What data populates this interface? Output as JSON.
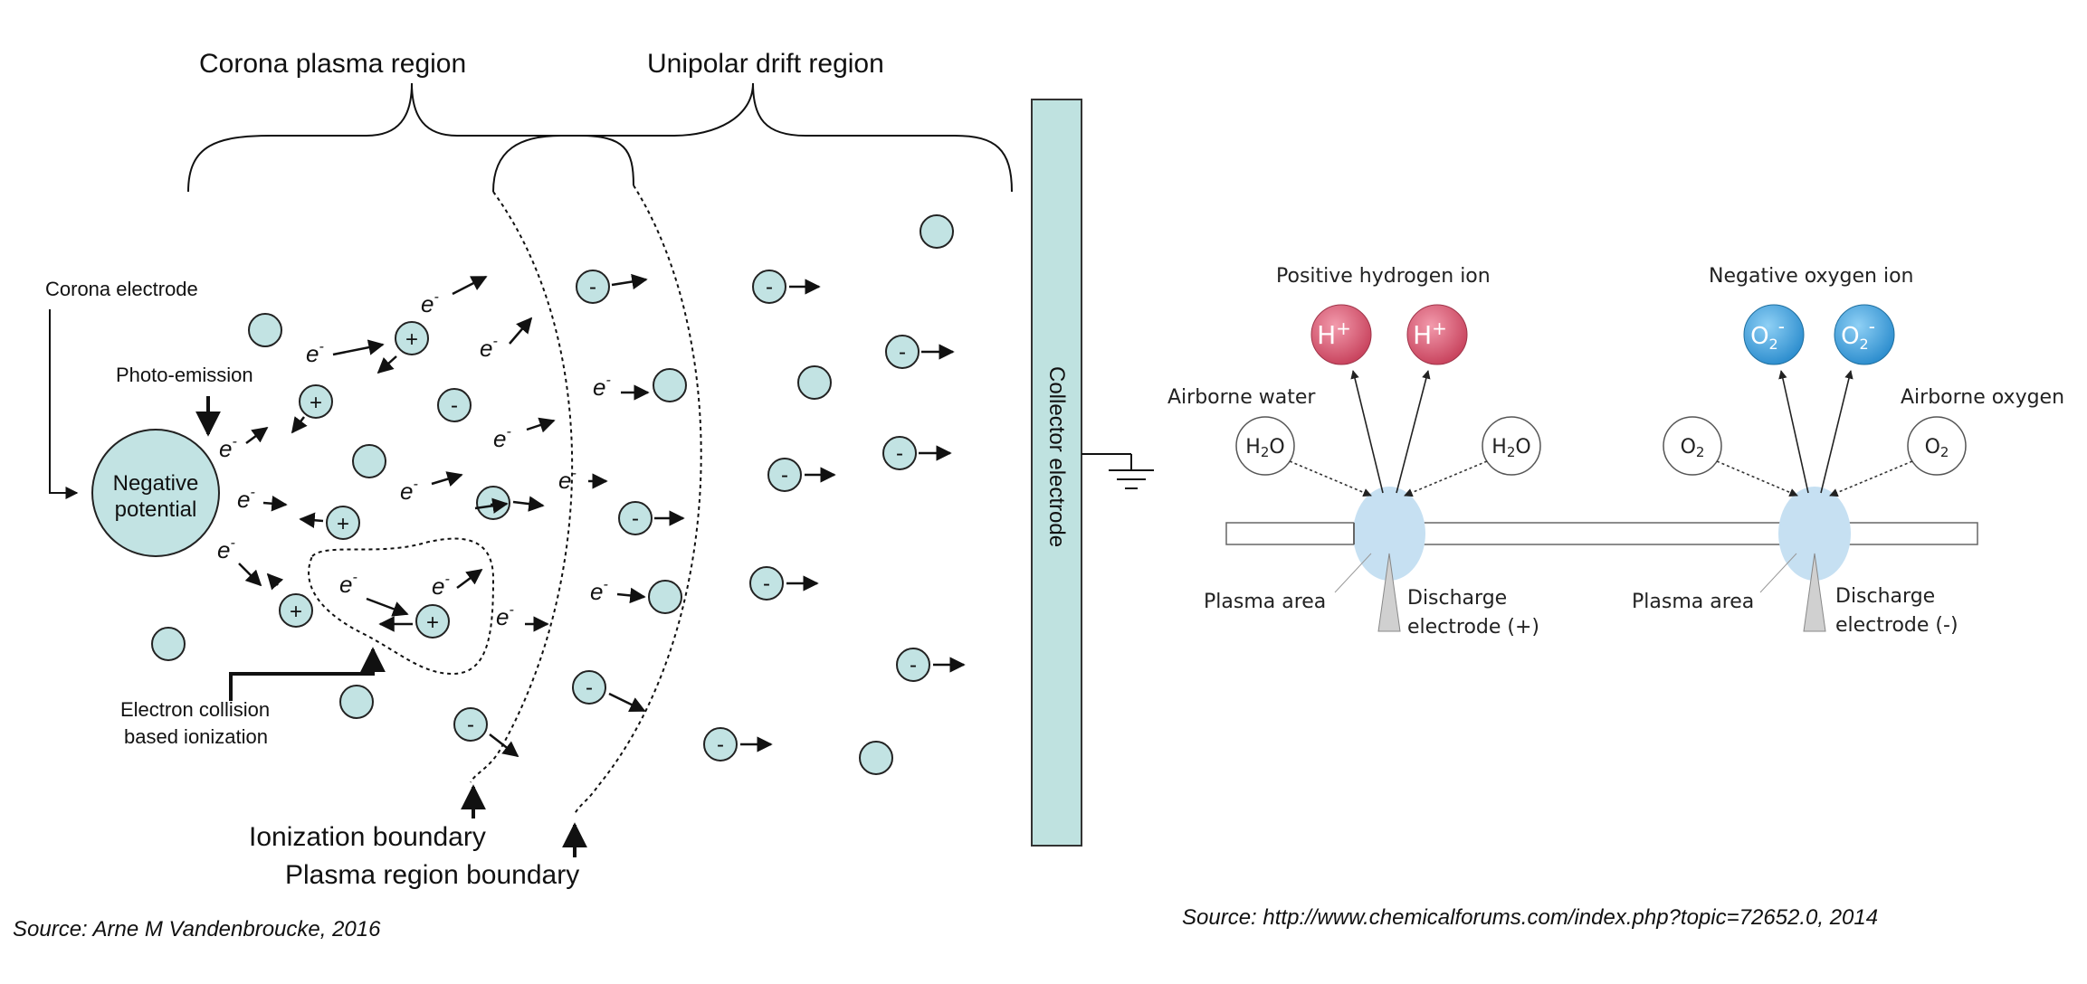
{
  "left_diagram": {
    "region_labels": [
      "Corona plasma region",
      "Unipolar drift region"
    ],
    "corona_electrode_label": "Corona electrode",
    "photo_emission_label": "Photo-emission",
    "negative_potential_label": [
      "Negative",
      "potential"
    ],
    "electron_collision_label": [
      "Electron collision",
      "based ionization"
    ],
    "ionization_boundary_label": "Ionization boundary",
    "plasma_boundary_label": "Plasma region boundary",
    "collector_label": "Collector electrode",
    "electron_symbol": "e",
    "electron_superscript": "-",
    "positive_symbol": "+",
    "negative_symbol": "-",
    "particle_color": "#c2e3e3",
    "collector_color": "#bfe2e0",
    "source": "Source: Arne M Vandenbroucke, 2016"
  },
  "right_diagram": {
    "positive_ion_title": "Positive hydrogen ion",
    "negative_ion_title": "Negative oxygen ion",
    "h_ion": "H",
    "h_charge": "+",
    "o_ion": "O",
    "o_sub": "2",
    "o_charge": "-",
    "airborne_water_label": "Airborne water",
    "airborne_oxygen_label": "Airborne oxygen",
    "water_molecule": [
      "H",
      "2",
      "O"
    ],
    "oxygen_molecule": [
      "O",
      "2"
    ],
    "plasma_area_label": "Plasma area",
    "discharge_positive_label": [
      "Discharge",
      "electrode (+)"
    ],
    "discharge_negative_label": [
      "Discharge",
      "electrode (-)"
    ],
    "h_ion_color": "#c9455f",
    "o_ion_color": "#2f8fcf",
    "plasma_color": "#c6e0f2",
    "source": "Source: http://www.chemicalforums.com/index.php?topic=72652.0, 2014"
  }
}
